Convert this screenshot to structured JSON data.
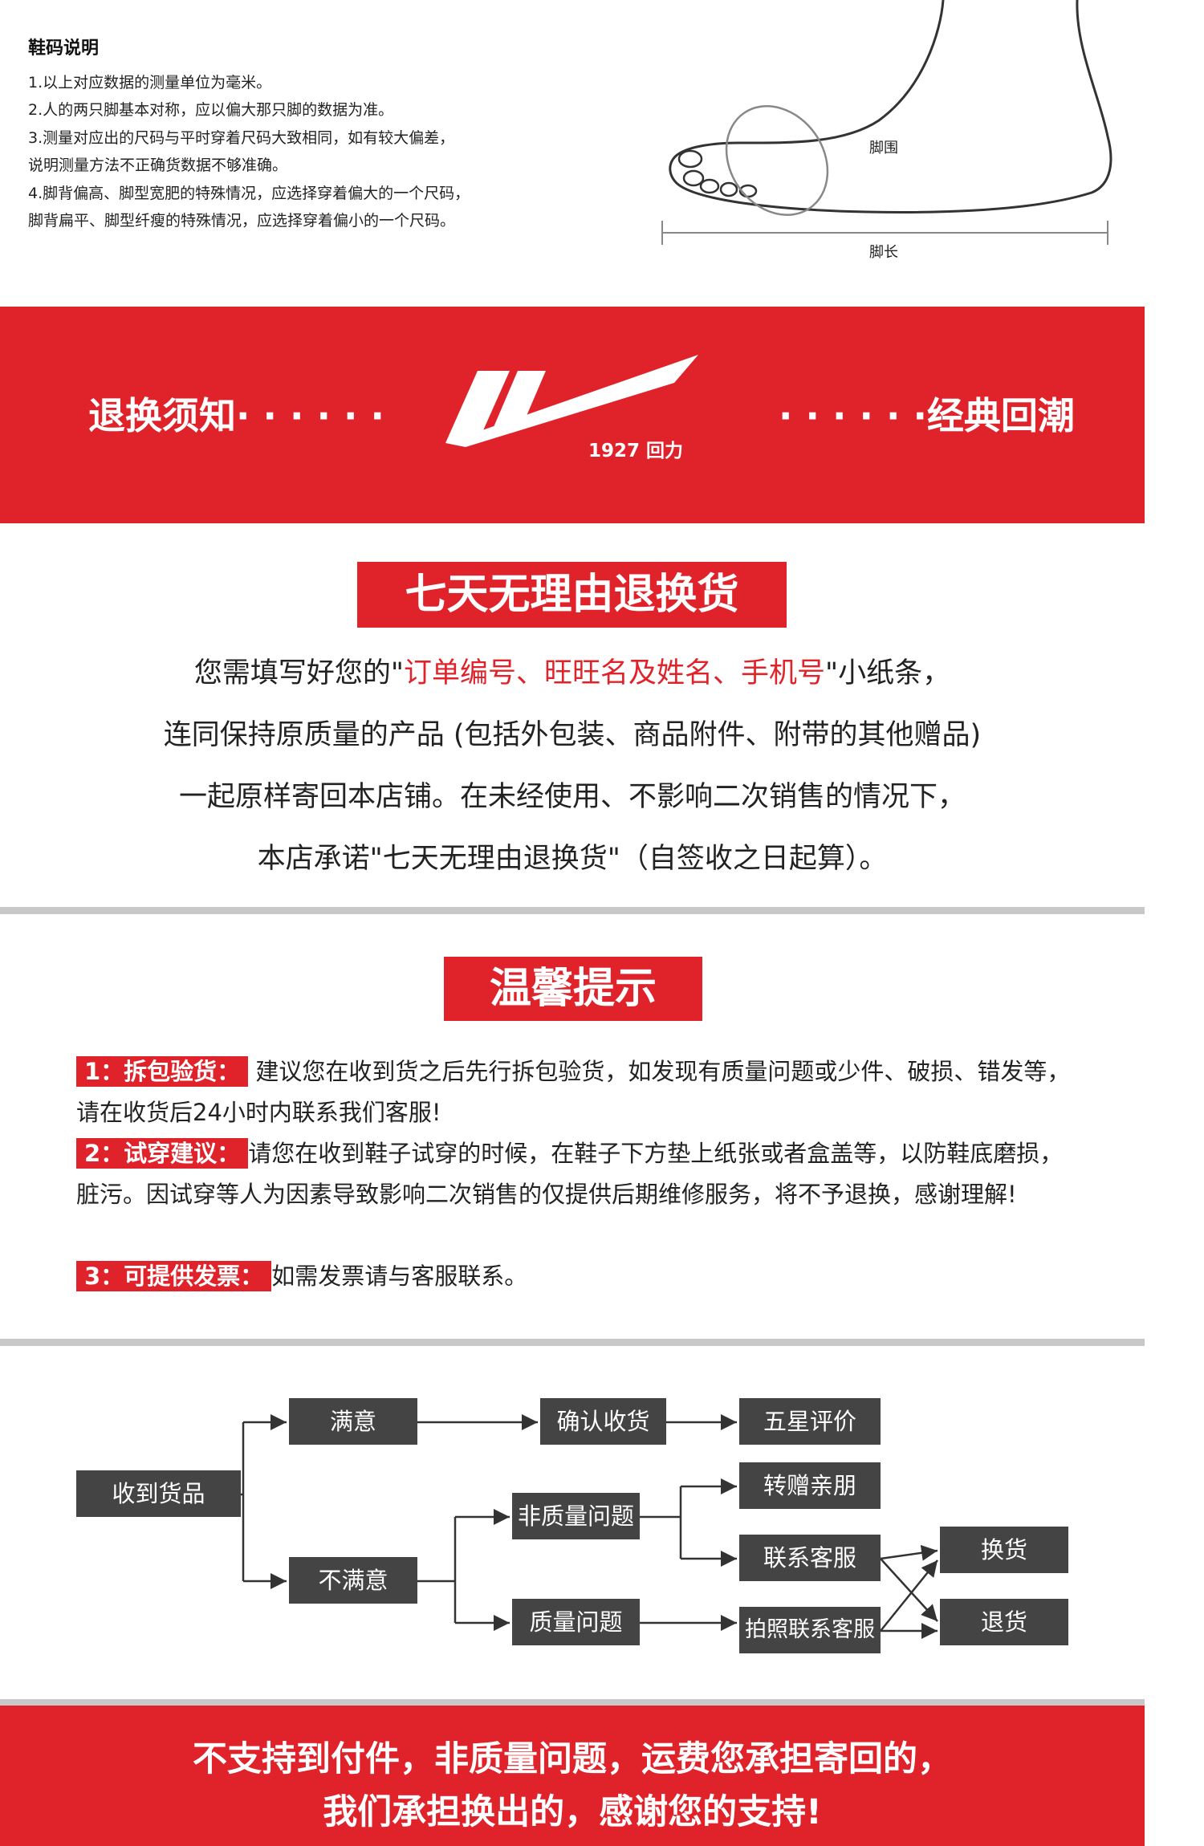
{
  "size_guide": {
    "title": "鞋码说明",
    "lines": [
      "1.以上对应数据的测量单位为毫米。",
      "2.人的两只脚基本对称，应以偏大那只脚的数据为准。",
      "3.测量对应出的尺码与平时穿着尺码大致相同，如有较大偏差，",
      "说明测量方法不正确货数据不够准确。",
      "4.脚背偏高、脚型宽肥的特殊情况，应选择穿着偏大的一个尺码，",
      "脚背扁平、脚型纤瘦的特殊情况，应选择穿着偏小的一个尺码。"
    ],
    "diagram_labels": {
      "girth": "脚围",
      "length": "脚长"
    }
  },
  "banner": {
    "left": "退换须知· · · · · ·",
    "right": "· · · · · ·经典回潮",
    "logo_year": "1927",
    "logo_brand": "回力"
  },
  "return_policy": {
    "heading": "七天无理由退换货",
    "line1_a": "您需填写好您的\"",
    "line1_hl": "订单编号、旺旺名及姓名、手机号",
    "line1_b": "\"小纸条，",
    "line2": "连同保持原质量的产品 (包括外包装、商品附件、附带的其他赠品)",
    "line3": "一起原样寄回本店铺。在未经使用、不影响二次销售的情况下，",
    "line4": "本店承诺\"七天无理由退换货\"（自签收之日起算）。"
  },
  "tips": {
    "heading": "温馨提示",
    "items": [
      {
        "tag": "1：拆包验货：",
        "text": " 建议您在收到货之后先行拆包验货，如发现有质量问题或少件、破损、错发等，请在收货后24小时内联系我们客服!"
      },
      {
        "tag": "2：试穿建议：",
        "text": "请您在收到鞋子试穿的时候，在鞋子下方垫上纸张或者盒盖等，以防鞋底磨损，脏污。因试穿等人为因素导致影响二次销售的仅提供后期维修服务，将不予退换，感谢理解!"
      },
      {
        "tag": "3：可提供发票：",
        "text": "如需发票请与客服联系。"
      }
    ]
  },
  "flow": {
    "received": "收到货品",
    "satisfied": "满意",
    "unsatisfied": "不满意",
    "confirm": "确认收货",
    "five_star": "五星评价",
    "non_quality": "非质量问题",
    "quality": "质量问题",
    "gift": "转赠亲朋",
    "contact": "联系客服",
    "photo_contact": "拍照联系客服",
    "exchange": "换货",
    "refund": "退货"
  },
  "bottom": {
    "line1": "不支持到付件，非质量问题，运费您承担寄回的，",
    "line2": "我们承担换出的，感谢您的支持!"
  },
  "colors": {
    "brand_red": "#e0232b",
    "box_gray": "#444444",
    "divider": "#c8c8c8"
  }
}
